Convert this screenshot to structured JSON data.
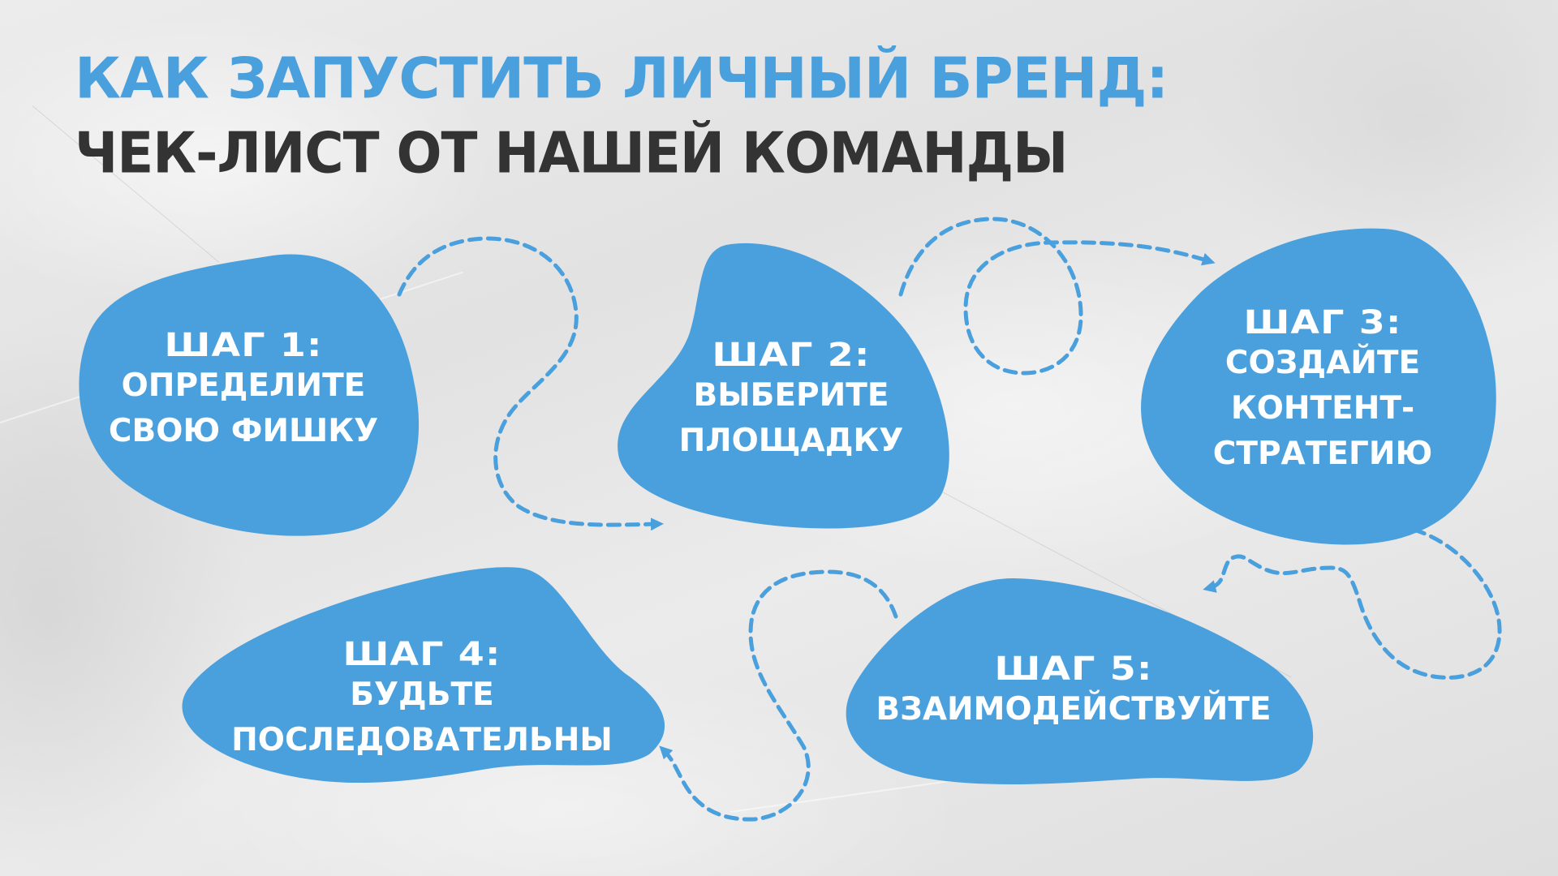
{
  "header": {
    "title_line1": "КАК ЗАПУСТИТЬ ЛИЧНЫЙ БРЕНД:",
    "title_line2": "ЧЕК-ЛИСТ ОТ НАШЕЙ КОМАНДЫ"
  },
  "colors": {
    "accent": "#4a9fdd",
    "title_dark": "#333333",
    "text_on_blob": "#ffffff",
    "background": "#e6e6e6"
  },
  "steps": [
    {
      "label": "ШАГ 1:",
      "lines": [
        "ОПРЕДЕЛИТЕ",
        "СВОЮ ФИШКУ"
      ]
    },
    {
      "label": "ШАГ 2:",
      "lines": [
        "ВЫБЕРИТЕ",
        "ПЛОЩАДКУ"
      ]
    },
    {
      "label": "ШАГ 3:",
      "lines": [
        "СОЗДАЙТЕ",
        "КОНТЕНТ-",
        "СТРАТЕГИЮ"
      ]
    },
    {
      "label": "ШАГ 4:",
      "lines": [
        "БУДЬТЕ",
        "ПОСЛЕДОВАТЕЛЬНЫ"
      ]
    },
    {
      "label": "ШАГ 5:",
      "lines": [
        "ВЗАИМОДЕЙСТВУЙТЕ"
      ]
    }
  ],
  "connectors": [
    {
      "from": 1,
      "to": 2,
      "style": "dashed-arrow"
    },
    {
      "from": 2,
      "to": 3,
      "style": "dashed-arrow"
    },
    {
      "from": 3,
      "to": 5,
      "style": "dashed-arrow"
    },
    {
      "from": 5,
      "to": 4,
      "style": "dashed-arrow"
    }
  ]
}
